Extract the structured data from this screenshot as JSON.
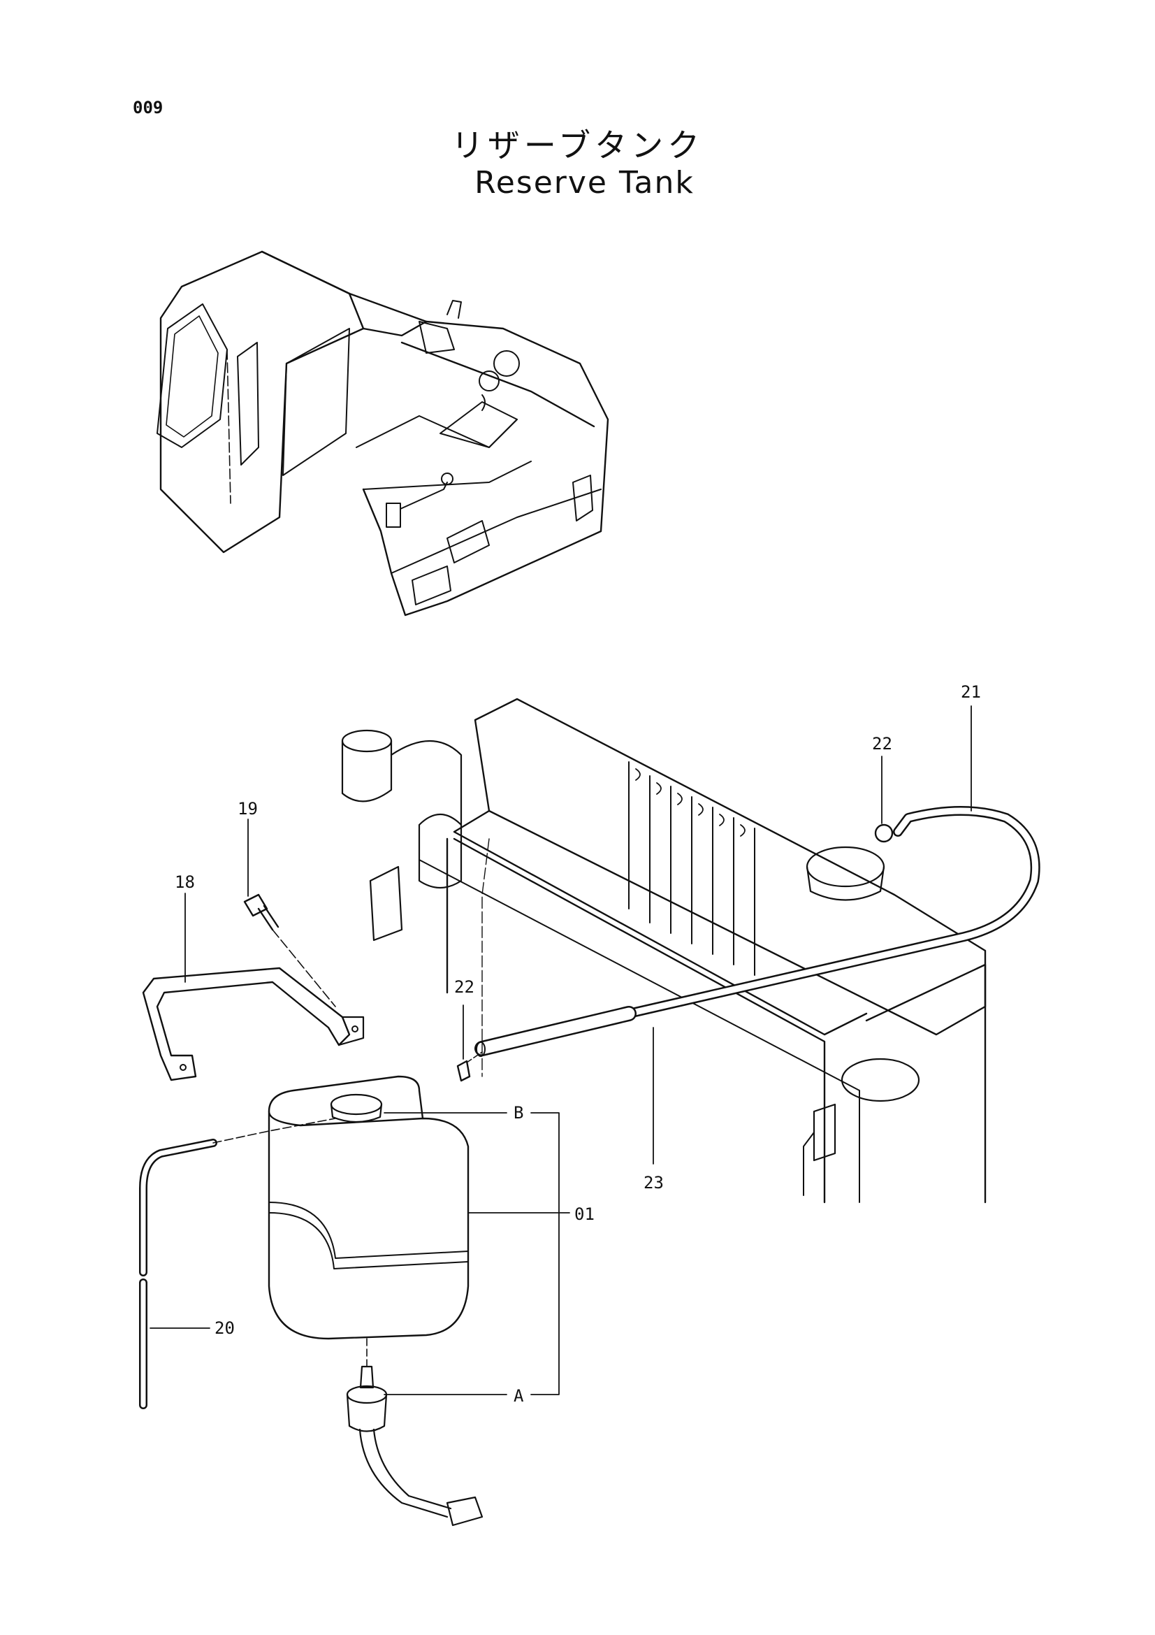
{
  "page_number": "009",
  "title_jp": "リザーブタンク",
  "title_en": "Reserve Tank",
  "callouts": {
    "c01": "01",
    "c18": "18",
    "c19": "19",
    "c20": "20",
    "c21": "21",
    "c22a": "22",
    "c22b": "22",
    "c23": "23",
    "cA": "A",
    "cB": "B"
  }
}
